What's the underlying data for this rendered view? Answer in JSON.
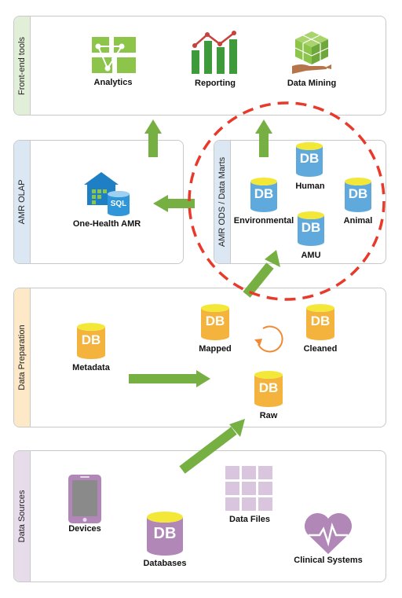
{
  "layers": {
    "frontend": {
      "title": "Front-end tools",
      "items": {
        "analytics": "Analytics",
        "reporting": "Reporting",
        "datamining": "Data Mining"
      }
    },
    "olap": {
      "title": "AMR OLAP",
      "items": {
        "onehealth": "One-Health AMR",
        "sql_badge": "SQL"
      }
    },
    "ods": {
      "title": "AMR ODS / Data Marts",
      "items": {
        "human": "Human",
        "environmental": "Environmental",
        "animal": "Animal",
        "amu": "AMU"
      }
    },
    "prep": {
      "title": "Data Preparation",
      "items": {
        "metadata": "Metadata",
        "mapped": "Mapped",
        "cleaned": "Cleaned",
        "raw": "Raw"
      }
    },
    "sources": {
      "title": "Data Sources",
      "items": {
        "devices": "Devices",
        "databases": "Databases",
        "datafiles": "Data Files",
        "clinical": "Clinical Systems"
      }
    }
  },
  "db_label": "DB",
  "colors": {
    "arrow": "#76b043",
    "highlight_ring": "#e8392b",
    "db_blue": "#5fa9dd",
    "db_orange": "#f3b33d",
    "db_purple": "#b187b8",
    "db_top": "#f3e838",
    "sources_accent": "#e6dcea",
    "prep_accent": "#fde9c8",
    "olap_accent": "#dbe8f4",
    "frontend_accent": "#e2efd8"
  }
}
